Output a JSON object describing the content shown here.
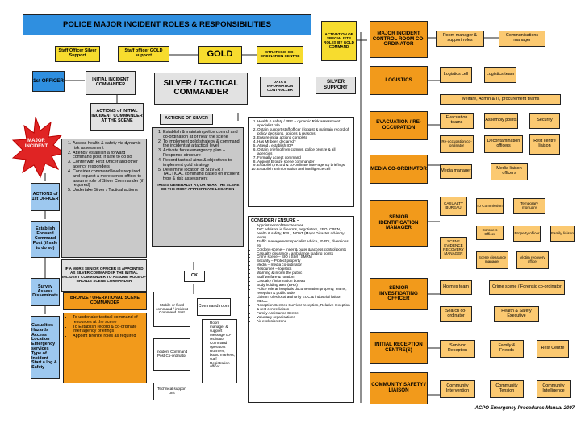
{
  "title": "POLICE MAJOR INCIDENT ROLES & RESPONSIBILITIES",
  "specialist": "ACTIVATION OF SPECIALISTS ROLES BY GOLD COMMAND",
  "staff_silver": "Staff Officer Silver Support",
  "staff_gold": "Staff officer GOLD support",
  "gold": "GOLD",
  "strategic": "STRATEGIC CO-ORDINATION CENTRE",
  "first_officer": "1st OFFICER",
  "initial_commander": "INITIAL INCIDENT COMMANDER",
  "silver_tactical": "SILVER / TACTICAL COMMANDER",
  "data_controller": "DATA & INFORMATION CONTROLLER",
  "silver_support": "SILVER SUPPORT",
  "major_incident": "MAJOR INCIDENT",
  "actions_initial": "ACTIONS of INITIAL INCIDENT COMMANDER AT THE SCENE",
  "actions_silver": "ACTIONS OF SILVER",
  "actions_first": "ACTIONS of 1st OFFICER",
  "establish_post": "Establish Forward Command Post (if safe to do so)",
  "survey": "Survey Assess Disseminate",
  "chaless": "Casualties Hazards Access Location Emergency services Type of Incident Start a log & Safety",
  "initial_actions": [
    "Assess health & safety via dynamic risk assessment",
    "Attend / establish a forward command post, if safe to do so",
    "Confer with First Officer and other agency responders",
    "Consider command levels required and request a more senior officer to assume role of Silver Commander (if required)",
    "Undertake Silver / Tactical actions"
  ],
  "senior_note": "IF A MORE SENIOR OFFICER IS APPOINTED AS SILVER COMMANDER THE INITIAL INCIDENT COMMANDER TO ASSUME ROLE OF BRONZE SCENE COMMANDER",
  "silver_actions": [
    "Establish & maintain police control and co-ordination at or near the scene",
    "To implement gold strategy & command the incident at a tactical level",
    "Activate force emergency plan – Response structure",
    "Record tactical aims & objectives to implement gold strategy",
    "Determine location of SILVER / TACTICAL command based on incident type & risk assessment"
  ],
  "silver_note": "THIS IS GENERALLY AT, OR NEAR THE SCENE OR THE MOST APPROPRIATE LOCATION",
  "ok": "OK",
  "mobile_post": "Mobile or fixed command / incident Command Post",
  "command_room": "Command room",
  "incident_post": "Incident Command Post Co-ordinator",
  "technical_support": "Technical support unit",
  "command_room_list": [
    "Room manager & support",
    "Message co-ordinator",
    "Command operators",
    "Runners, board markers, staff",
    "Registration officer"
  ],
  "bronze": "BRONZE / OPERATIONAL SCENE COMMANDER",
  "bronze_actions": [
    "To undertake tactical command of resources at the scene",
    "To Establish record & co-ordinate inter agency briefings",
    "Appoint Bronze roles as required"
  ],
  "silver_list": [
    "Health & safety / PPE – dynamic Risk assessment specialist role",
    "Obtain support staff officer / loggist & maintain record of policy decisions, options & reasons",
    "Ensure initial actions complete",
    "Has MI been declared?",
    "Attend / establish ICP",
    "Obtain briefing from comms, police bronze & all agencies",
    "Formally accept command",
    "Appoint Bronze scene commander",
    "Establish, record & co-ordinate inter-agency briefings",
    "Establish an information and intelligence cell"
  ],
  "consider_title": "CONSIDER / ENSURE –",
  "consider_list": [
    "Appointment of Bronze roles",
    "TAC advisors ie firearms, negotiators, EPO, CBRN, health & safety, RPU, MOAT (Major Disaster advisory team)",
    "Traffic management specialist advice, RVP's, diversions etc",
    "Cordons-scene – inner & outer & access control points",
    "Casualty clearance / ambulance loading points",
    "Crime scene – SIO / SIM / SMRM",
    "Security – Protect property",
    "Media – media co-ordinator",
    "Resources – logistics",
    "Warning & inform the public",
    "Staff welfare & rotation",
    "Casualty / information bureau",
    "Body holding area (BHA)",
    "Police role at hospitals documentation property, teams, reception & public order",
    "Liaison roles local authority EOC & industrial liaison MECC",
    "Reception Centres Survivor reception, Relative reception & rest centre liaison",
    "Family Assistance Centre",
    "Voluntary organisations",
    "Air exclusion zone"
  ],
  "control_room": "MAJOR INCIDENT CONTROL ROOM CO-ORDINATOR",
  "room_manager": "Room manager & support roles",
  "comms_manager": "Communications manager",
  "logistics": "LOGISTICS",
  "logistics_cell": "Logistics cell",
  "logistics_team": "Logistics team",
  "welfare": "Welfare, Admin & IT, procurement teams",
  "evacuation": "EVACUATION / RE-OCCUPATION",
  "evac_teams": "Evacuation teams",
  "assembly": "Assembly points",
  "security": "Security",
  "reoccupation_coord": "Re-occupation co-ordinator",
  "decontamination": "Decontamination officers",
  "rest_centre": "Rest centre liaison",
  "media": "MEDIA CO-ORDINATOR",
  "media_manager": "Media manager",
  "media_officers": "Media liaison officers",
  "senior_id": "SENIOR IDENTIFICATION MANAGER",
  "casualty_bureau": "CASUALTY BUREAU",
  "id_commission": "ID Commission",
  "temp_mortuary": "Temporary mortuary",
  "scene_evidence": "SCENE EVIDENCE RECOVERY MANAGER",
  "coroners": "Coroners Officer",
  "property_officer": "Property officer",
  "family_liaison": "Family liaison",
  "scene_clearance": "Scene clearance manager",
  "victim_recovery": "Victim recovery officer",
  "sio": "SENIOR INVESTIGATING OFFICER",
  "holmes": "Holmes team",
  "crime_scene_forensic": "Crime scene / Forensic co-ordinator",
  "search_coord": "Search co-ordinator",
  "hs_exec": "Health & Safety Executive",
  "reception": "INITIAL RECEPTION CENTRE(S)",
  "survivor_reception": "Survivor Reception",
  "family_friends": "Family & Friends",
  "rest_centre2": "Rest Centre",
  "community": "COMMUNITY SAFETY / LIAISON",
  "community_intervention": "Community Intervention",
  "community_tension": "Community Tension",
  "community_intelligence": "Community Intelligence",
  "footer": "ACPO Emergency Procedures Manual 2007"
}
